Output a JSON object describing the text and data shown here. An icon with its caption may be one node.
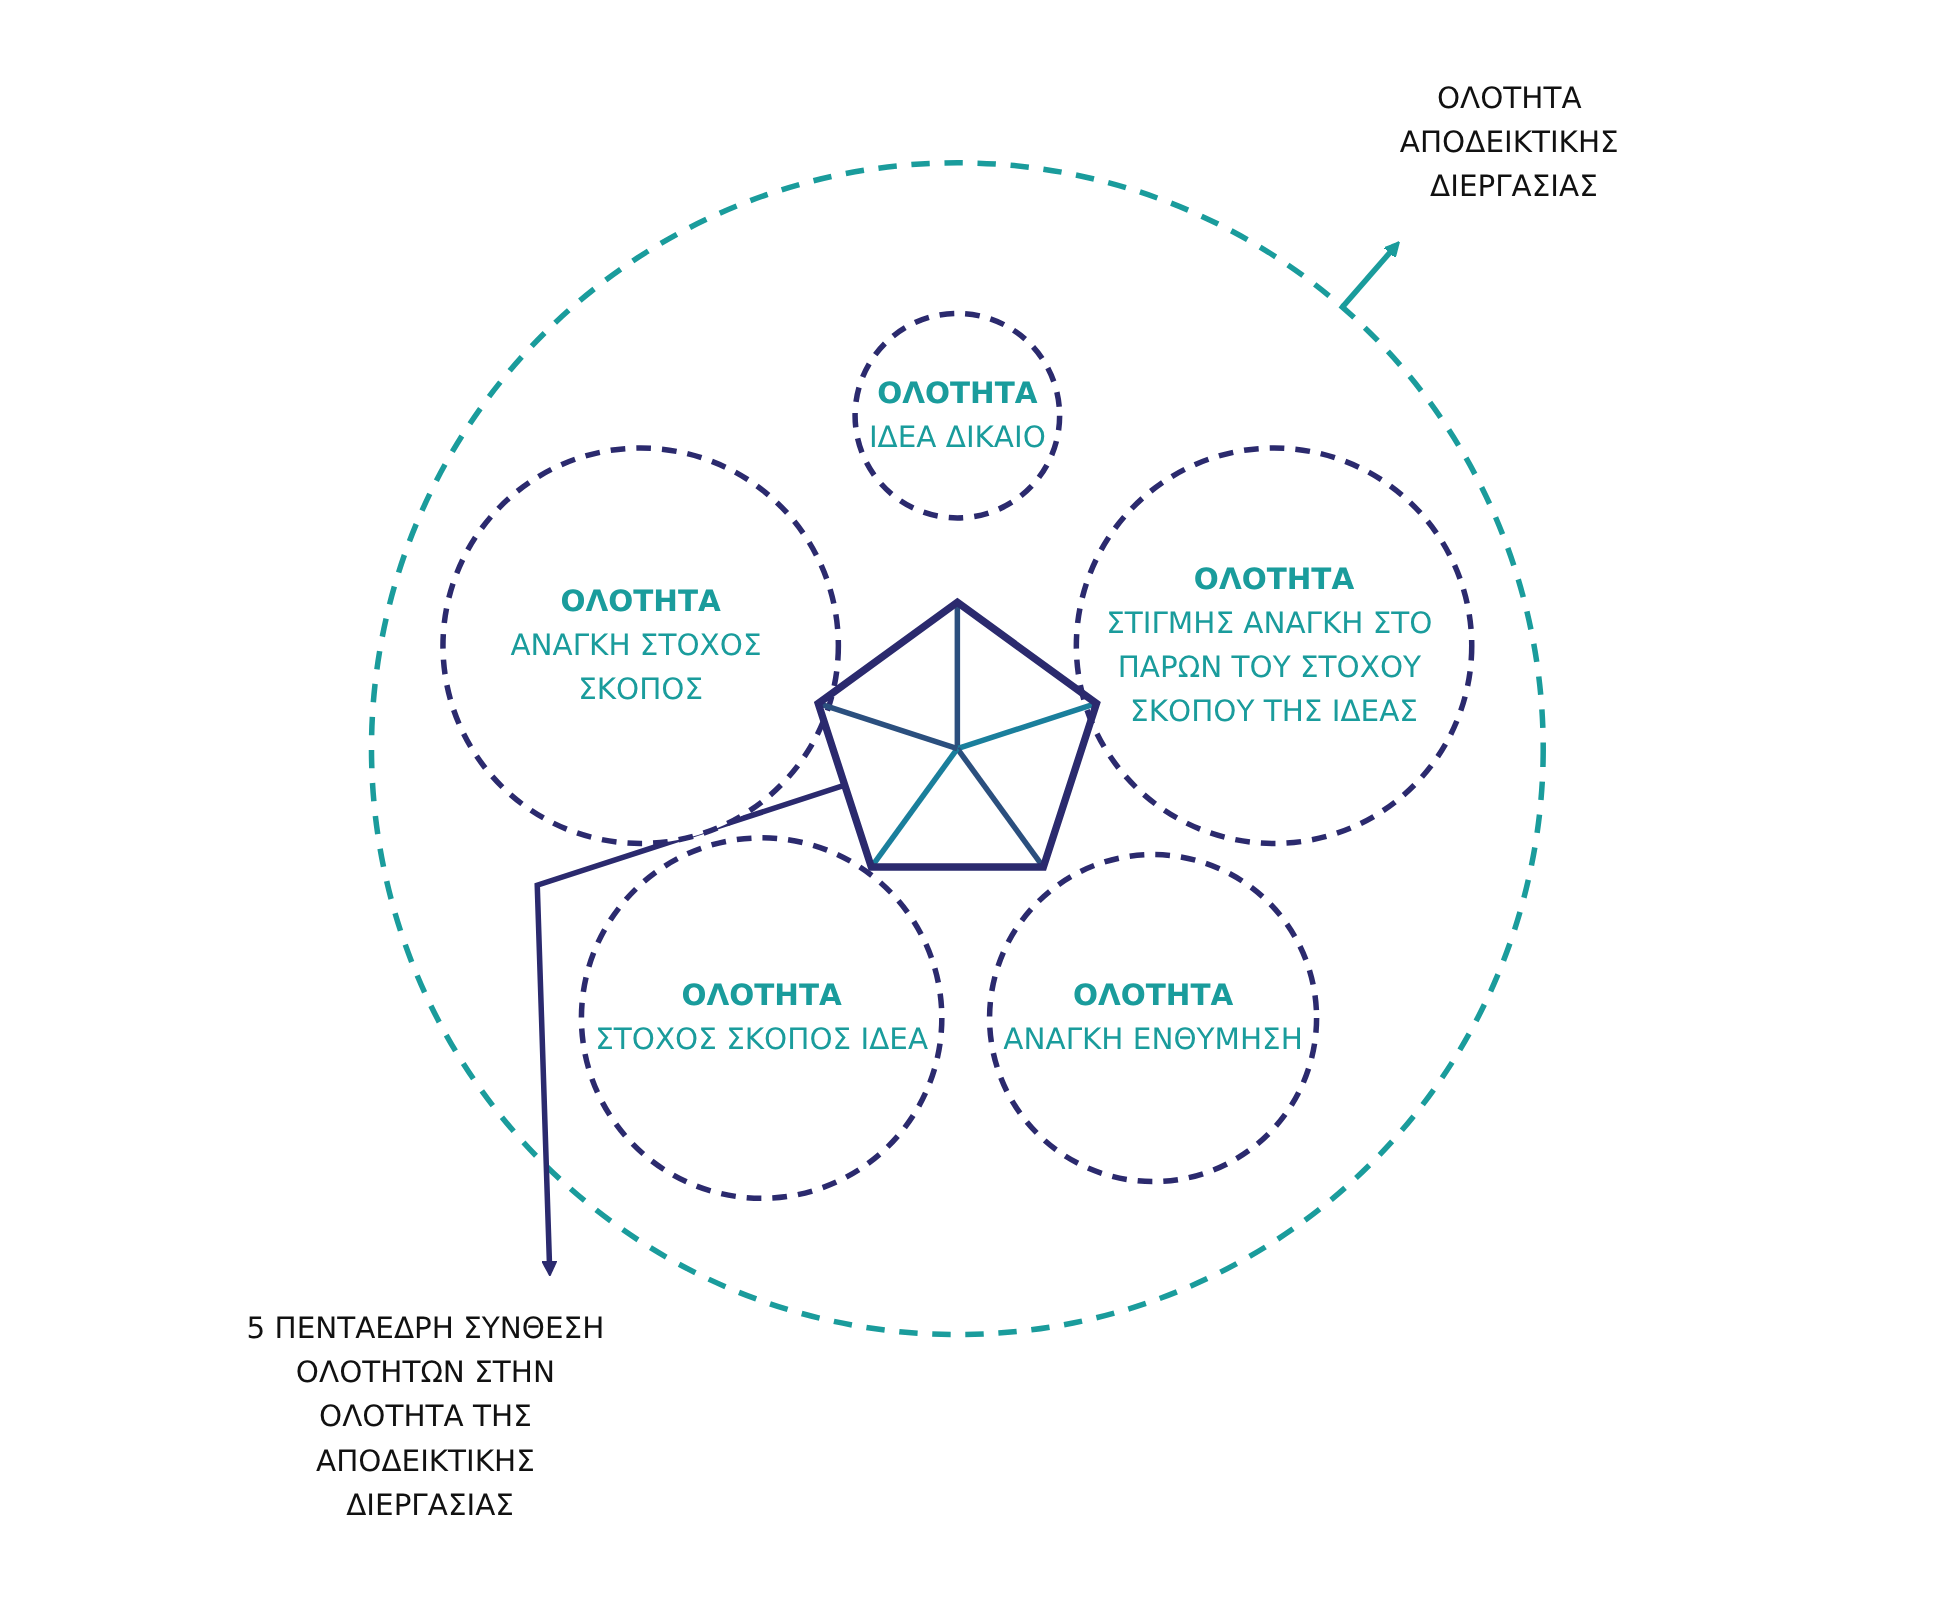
{
  "diagram": {
    "nodes": [
      {
        "text": [],
        "shape": "circle"
      },
      {
        "text": [
          "ΟΛΟΤΗΤΑ ΑΠΟΔΕΙΚΤΙΚΗΣ ΔΙΕΡΓΑΣΙΑΣ"
        ]
      },
      {
        "text": [
          "ΟΛΟΤΗΤΑ",
          "ΙΔΕΑ ΔΙΚΑΙΟ"
        ],
        "in": 0
      },
      {
        "text": [
          "ΟΛΟΤΗΤΑ",
          "ΑΝΑΓΚΗ ΣΤΟΧΟΣ ΣΚΟΠΟΣ"
        ],
        "in": 0
      },
      {
        "text": [
          "ΟΛΟΤΗΤΑ",
          "ΣΤΙΓΜΗΣ ΑΝΑΓΚΗ ΣΤΟ ΠΑΡΩΝ ΤΟΥ ΣΤΟΧΟΥ ΣΚΟΠΟΥ ΤΗΣ ΙΔΕΑΣ"
        ],
        "in": 0
      },
      {
        "text": [],
        "shape": "pentagon",
        "in": 0
      },
      {
        "text": [
          "ΟΛΟΤΗΤΑ",
          "ΣΤΟΧΟΣ ΣΚΟΠΟΣ ΙΔΕΑ"
        ],
        "in": 0
      },
      {
        "text": [
          "ΟΛΟΤΗΤΑ",
          "ΑΝΑΓΚΗ ΕΝΘΥΜΗΣΗ"
        ],
        "in": 0
      },
      {
        "text": [
          "5 ΠΕΝΤΑΕΔΡΗ ΣΥΝΘΕΣΗ ΟΛΟΤΗΤΩΝ ΣΤΗΝ ΟΛΟΤΗΤΑ ΤΗΣ ΑΠΟΔΕΙΚΤΙΚΗΣ ΔΙΕΡΓΑΣΙΑΣ"
        ]
      }
    ],
    "edges": [
      {
        "from": 0,
        "to": 1,
        "arrow": "to",
        "color": "#1a9c9c"
      },
      {
        "from": 5,
        "to": 8,
        "arrow": "to",
        "color": "#2b2a6e"
      }
    ]
  }
}
